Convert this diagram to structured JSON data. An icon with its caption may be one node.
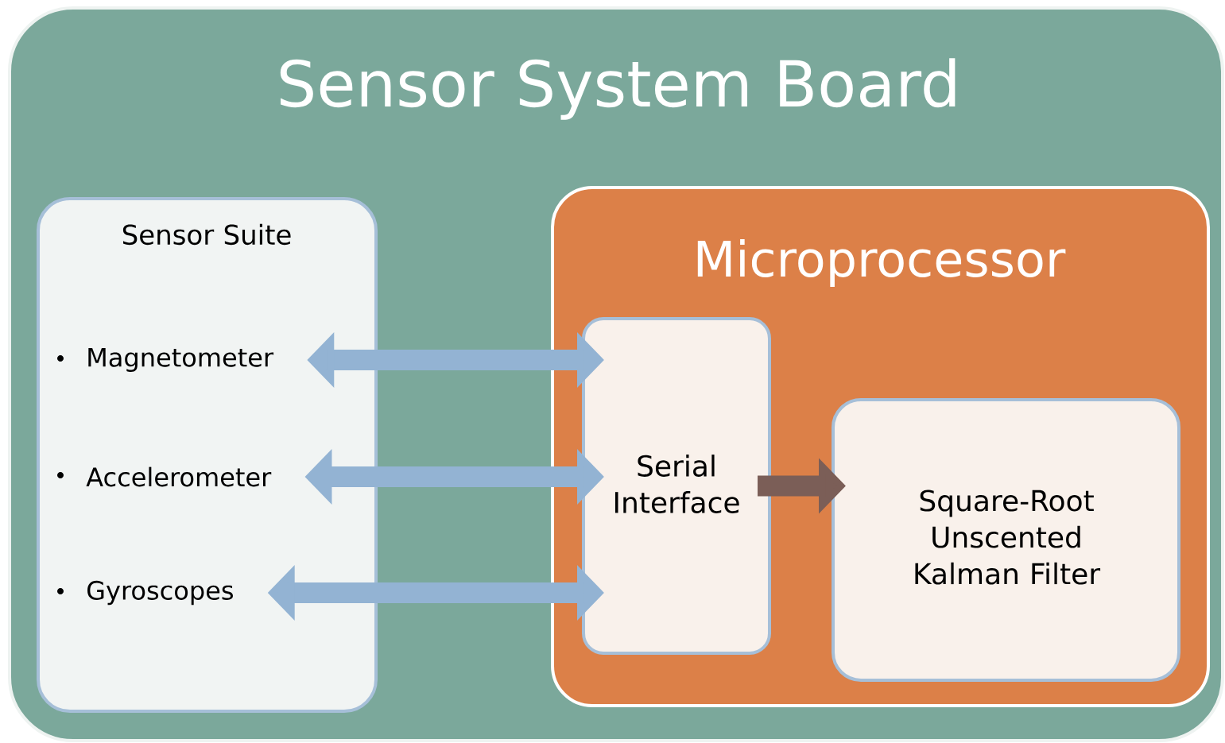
{
  "diagram": {
    "nodes": [
      {
        "text": [
          "Sensor System Board"
        ]
      },
      {
        "text": [
          "Sensor Suite"
        ],
        "in": 0
      },
      {
        "text": [
          "Magnetometer"
        ],
        "in": 1
      },
      {
        "text": [
          "Accelerometer"
        ],
        "in": 1
      },
      {
        "text": [
          "Gyroscopes"
        ],
        "in": 1
      },
      {
        "text": [
          "Microprocessor"
        ],
        "in": 0
      },
      {
        "text": [
          "Serial Interface"
        ],
        "in": 5
      },
      {
        "text": [
          "Square-Root Unscented Kalman Filter"
        ],
        "in": 5
      }
    ],
    "edges": [
      {
        "from": 2,
        "to": 6,
        "arrow": "both"
      },
      {
        "from": 3,
        "to": 6,
        "arrow": "both"
      },
      {
        "from": 4,
        "to": 6,
        "arrow": "both"
      },
      {
        "from": 6,
        "to": 7,
        "arrow": "to",
        "color": "#7b5e57"
      }
    ]
  }
}
